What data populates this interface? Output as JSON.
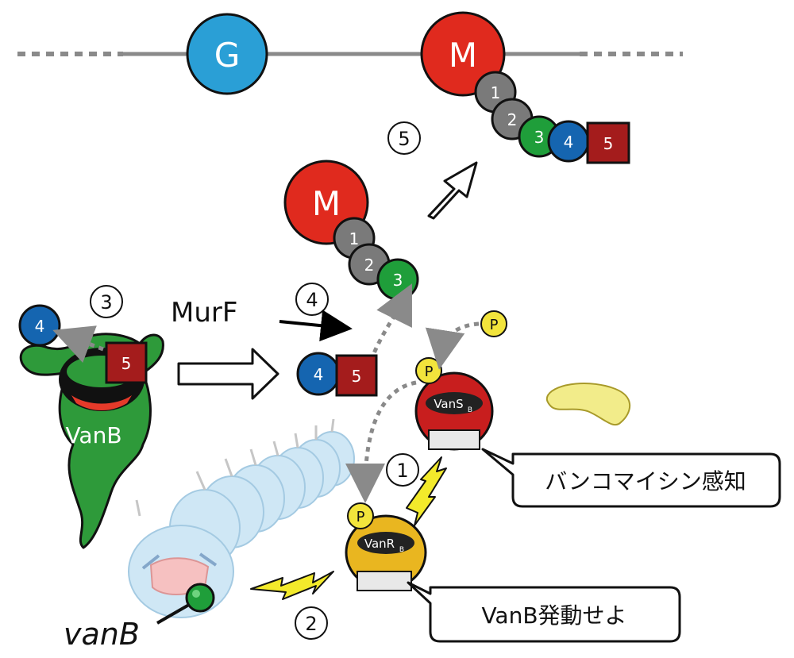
{
  "sugars": {
    "g_label": "G",
    "m_top_label": "M",
    "m_mid_label": "M"
  },
  "peptide_top": [
    "1",
    "2",
    "3",
    "4",
    "5"
  ],
  "peptide_mid": [
    "1",
    "2",
    "3"
  ],
  "dipeptide": {
    "a": "4",
    "b": "5"
  },
  "vanb_enzyme": {
    "label": "VanB",
    "site_a": "4",
    "site_b": "5"
  },
  "steps": {
    "s1": "1",
    "s2": "2",
    "s3": "3",
    "s4": "4",
    "s5": "5"
  },
  "murf_label": "MurF",
  "phosphate_label": "P",
  "vans": {
    "main": "VanS",
    "sub": "B"
  },
  "vanr": {
    "main": "VanR",
    "sub": "B"
  },
  "callouts": {
    "sense": "バンコマイシン感知",
    "activate": "VanB発動せよ"
  },
  "gene_label": "vanB",
  "colors": {
    "g_blue": "#2a9fd6",
    "m_red": "#e02a1e",
    "grey": "#7a7a7a",
    "green_aa": "#1f9e3a",
    "blue_aa": "#1565b0",
    "dark_red": "#a41c1c",
    "enzyme_green": "#2e9a3a",
    "phosphate_yellow": "#f2e43c",
    "bolt_yellow": "#f3ea2b",
    "vancomycin_yellow": "#f2ec8a"
  }
}
